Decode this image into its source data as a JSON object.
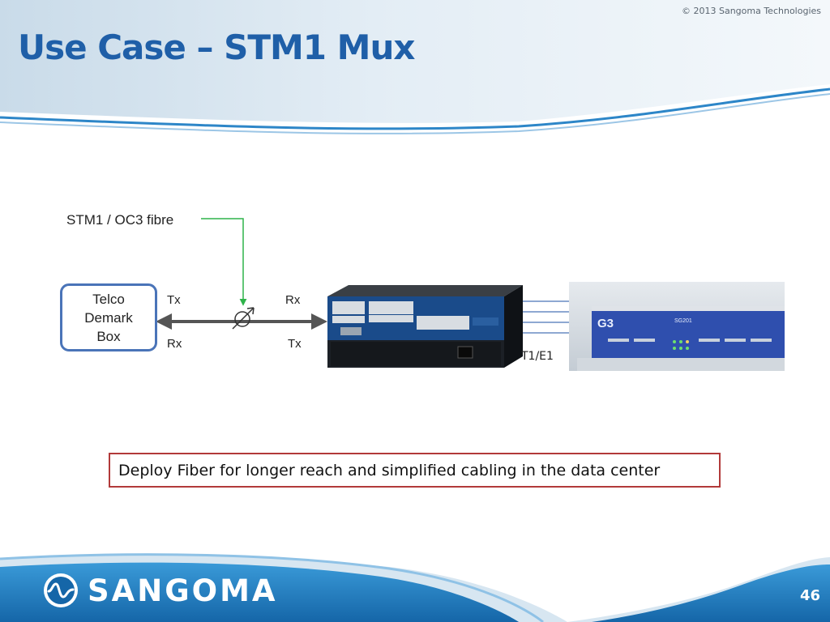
{
  "slide": {
    "copyright": "© 2013 Sangoma Technologies",
    "title": "Use Case – STM1 Mux",
    "page_number": "46"
  },
  "diagram": {
    "fibre_label": "STM1 / OC3 fibre",
    "demark_box": [
      "Telco",
      "Demark",
      "Box"
    ],
    "ports_left": {
      "top": "Tx",
      "bottom": "Rx"
    },
    "ports_right": {
      "top": "Rx",
      "bottom": "Tx"
    },
    "t1e1_label": "T1/E1",
    "g3_device": {
      "brand": "G3",
      "model": "SG201"
    }
  },
  "callout": {
    "text": "Deploy Fiber for longer reach and simplified cabling in the data center"
  },
  "footer": {
    "brand": "SANGOMA"
  },
  "colors": {
    "title": "#1f5fa8",
    "fibre_line": "#2fb34a",
    "arrow": "#555555",
    "demark_border": "#4a74b8",
    "callout_border": "#b23a3a",
    "footer_blue": "#1e7fc2"
  }
}
